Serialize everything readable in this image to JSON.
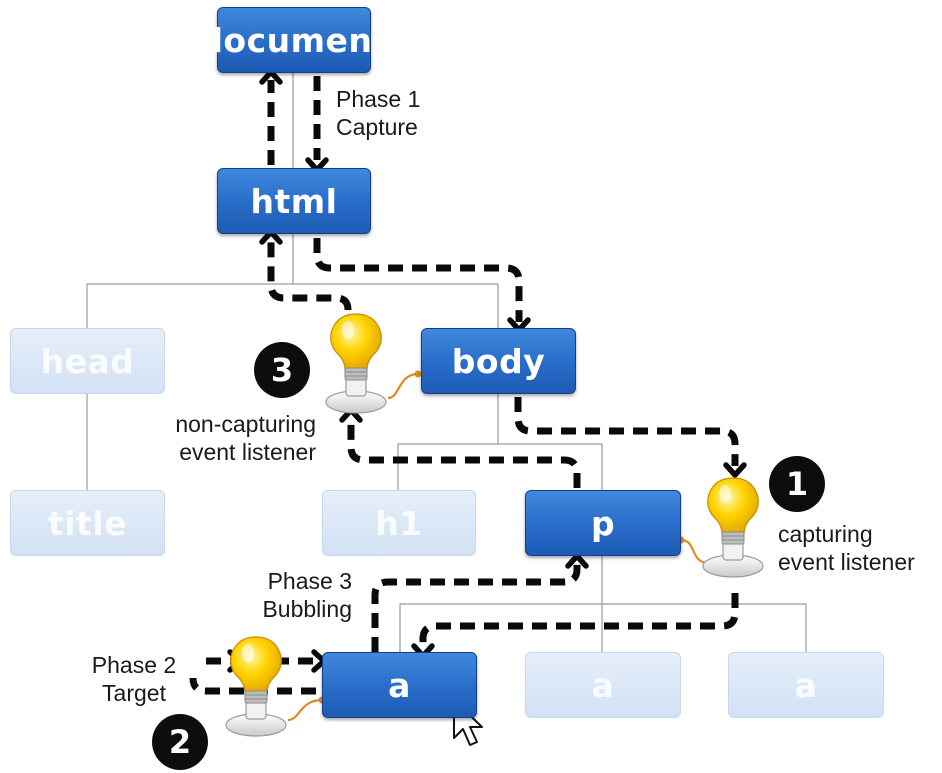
{
  "nodes": {
    "document": "document",
    "html": "html",
    "head": "head",
    "title": "title",
    "body": "body",
    "h1": "h1",
    "p": "p",
    "a_target": "a",
    "a_second": "a",
    "a_third": "a"
  },
  "phases": {
    "capture": [
      "Phase 1",
      "Capture"
    ],
    "target": [
      "Phase 2",
      "Target"
    ],
    "bubbling": [
      "Phase 3",
      "Bubbling"
    ]
  },
  "listeners": {
    "capturing": {
      "number": "1",
      "lines": [
        "capturing",
        "event listener"
      ]
    },
    "target": {
      "number": "2"
    },
    "non_capturing": {
      "number": "3",
      "lines": [
        "non-capturing",
        "event listener"
      ]
    }
  },
  "colors": {
    "active_node": "#2a6fcb",
    "inactive_node": "#dae7f6",
    "arrow": "#0a0a0a",
    "bulb": "#ffd400",
    "cord": "#e08a1e",
    "badge": "#0d0d0d"
  },
  "icons": [
    "light-bulb-icon",
    "mouse-pointer-icon",
    "click-burst-icon",
    "arrow-icon"
  ]
}
